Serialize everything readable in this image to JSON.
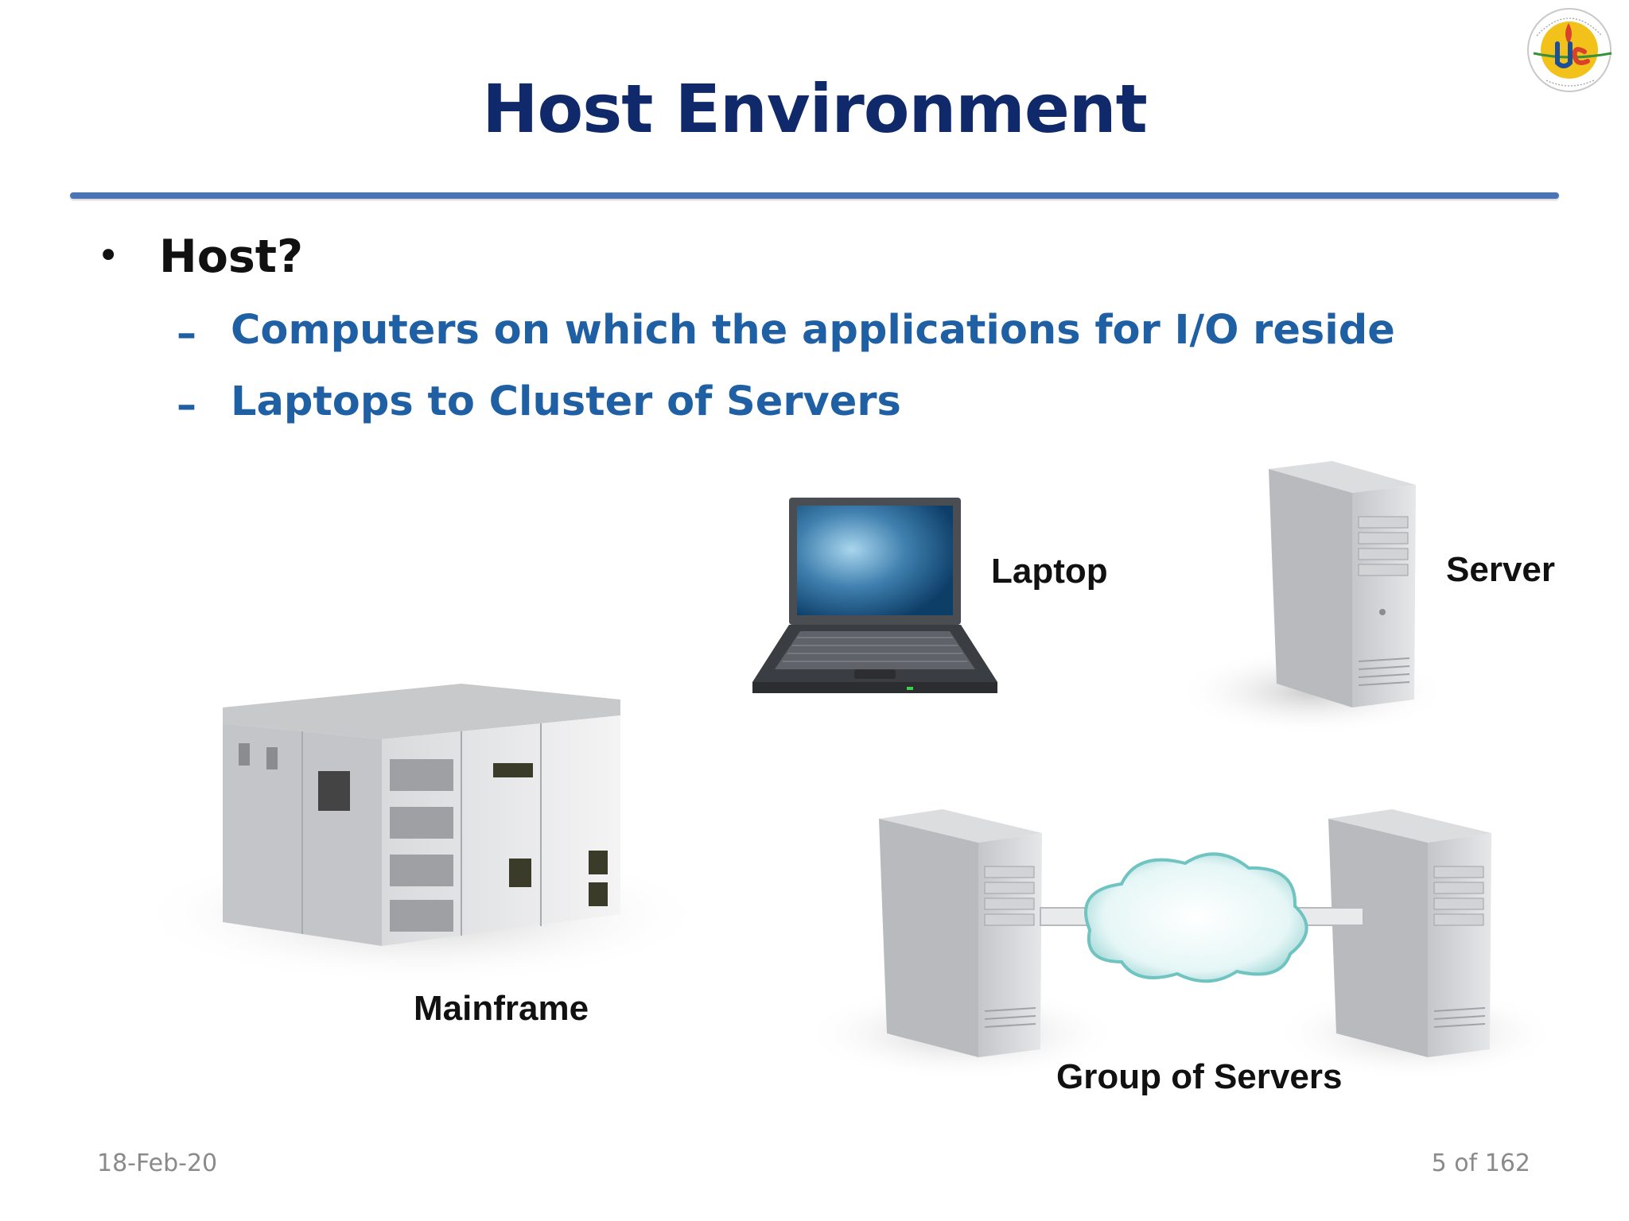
{
  "slide": {
    "title": "Host Environment",
    "bullet": "Host?",
    "sub_bullets": [
      "Computers on which the applications for I/O reside",
      "Laptops to Cluster of Servers"
    ],
    "dash": "–",
    "dot": "•"
  },
  "labels": {
    "laptop": "Laptop",
    "server": "Server",
    "mainframe": "Mainframe",
    "group": "Group of Servers"
  },
  "footer": {
    "date": "18-Feb-20",
    "page": "5 of 162"
  },
  "colors": {
    "title": "#10296a",
    "sub_bullet": "#1f5fa3",
    "rule": "#4a73b8",
    "logo_yellow": "#f2c21b",
    "logo_green": "#3a8f3a"
  },
  "icons": {
    "logo": "university-seal-icon",
    "mainframe": "mainframe-computer-icon",
    "laptop": "laptop-icon",
    "server": "tower-server-icon",
    "cloud": "network-cloud-icon"
  }
}
